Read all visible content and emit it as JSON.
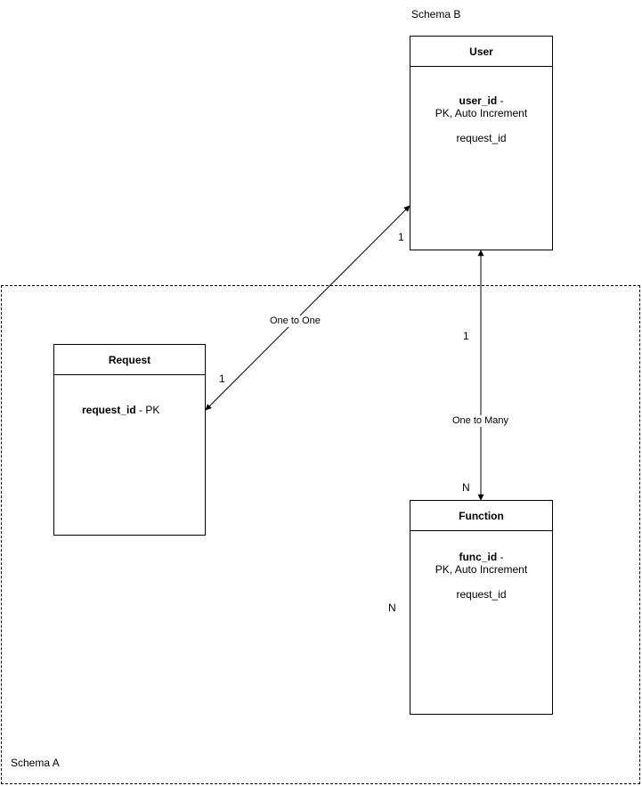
{
  "schemas": {
    "a": {
      "label": "Schema A"
    },
    "b": {
      "label": "Schema B"
    }
  },
  "entities": {
    "user": {
      "title": "User",
      "fields": [
        {
          "name": "user_id",
          "suffix": " -",
          "detail": "PK, Auto Increment"
        },
        {
          "name": "request_id"
        }
      ]
    },
    "request": {
      "title": "Request",
      "fields": [
        {
          "name": "request_id",
          "suffix": " - PK"
        }
      ]
    },
    "function": {
      "title": "Function",
      "fields": [
        {
          "name": "func_id",
          "suffix": " -",
          "detail": "PK, Auto Increment"
        },
        {
          "name": "request_id"
        }
      ]
    }
  },
  "relationships": [
    {
      "label": "One to One",
      "from_cardinality": "1",
      "to_cardinality": "1"
    },
    {
      "label": "One to Many",
      "from_cardinality": "1",
      "to_cardinality": "N"
    }
  ],
  "extra_cardinality": "N"
}
